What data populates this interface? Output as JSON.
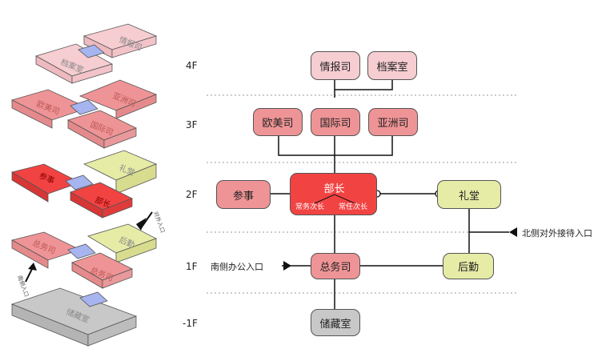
{
  "colors": {
    "pale_pink": "#f6cdd1",
    "mid_pink": "#ef9496",
    "red": "#f24343",
    "light_green": "#e6eba6",
    "gray": "#c8c8c8",
    "blue": "#a6b4f0"
  },
  "floors": [
    "4F",
    "3F",
    "2F",
    "1F",
    "-1F"
  ],
  "nodes": {
    "intel": "情报司",
    "archive": "档案室",
    "euro": "欧美司",
    "intl": "国际司",
    "asia": "亚洲司",
    "counsel": "参事",
    "minister": "部长",
    "vice1": "常务次长",
    "vice2": "常任次长",
    "hall": "礼堂",
    "general": "总务司",
    "logistics": "后勤",
    "storage": "储藏室"
  },
  "annotations": {
    "north_entry": "北侧对外接待入口",
    "south_entry": "南侧办公入口"
  },
  "axon_labels": {
    "intel": "情报司",
    "archive": "档案室",
    "euro": "欧美司",
    "asia": "亚洲司",
    "intl": "国际司",
    "counsel": "参事",
    "hall": "礼堂",
    "minister": "部长",
    "general": "总务司",
    "logistics": "后勤",
    "general2": "总务司",
    "storage": "储藏室",
    "north_entry_short": "对外入口",
    "south_entry_short": "南侧入口"
  }
}
